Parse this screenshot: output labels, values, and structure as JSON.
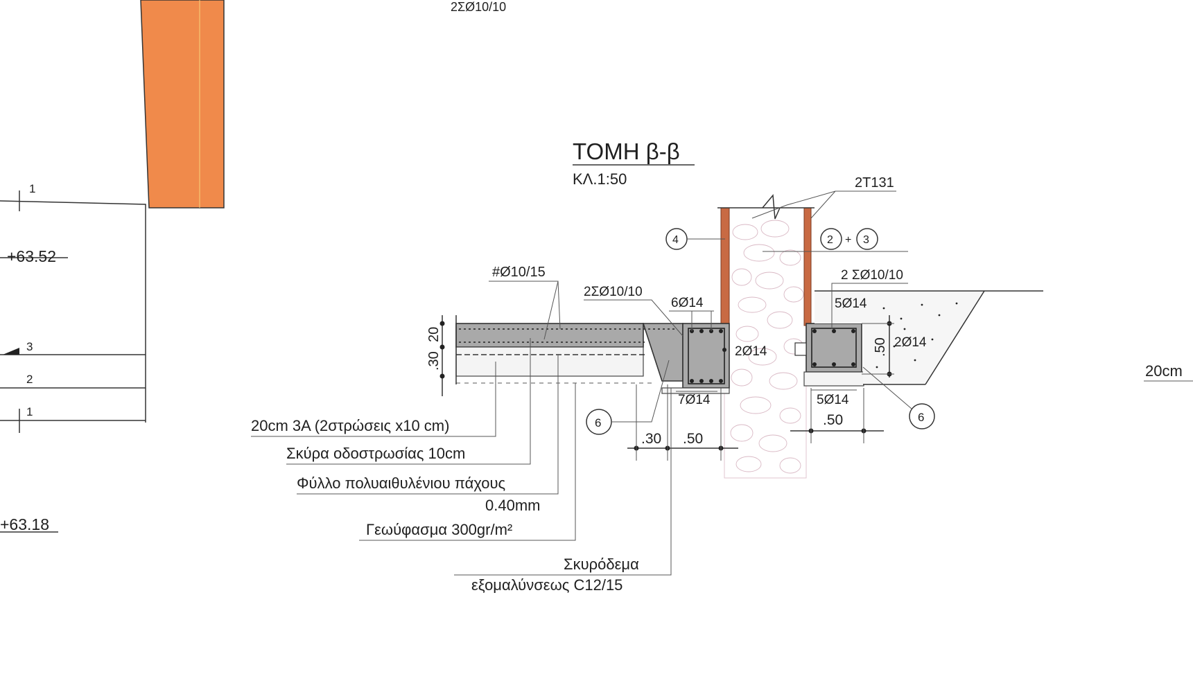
{
  "section": {
    "title": "ΤΟΜΗ β-β",
    "scale": "ΚΛ.1:50"
  },
  "left_sheet": {
    "top_label": "2ΣØ10/10",
    "level_upper": "+63.52",
    "level_lower": "+63.18",
    "markers": [
      "1",
      "3",
      "2",
      "1"
    ]
  },
  "right_edge": {
    "cut_label": "20cm"
  },
  "wall": {
    "member_label": "2T131",
    "callout_left": "4",
    "callout_right_a": "2",
    "callout_plus": "+",
    "callout_right_b": "3"
  },
  "slab": {
    "mesh_label": "#Ø10/15",
    "stirrups_left": "2ΣØ10/10",
    "stirrups_right": "2 ΣØ10/10",
    "dim_20": "20",
    "dim_30": ".30"
  },
  "beam_left": {
    "top_bars": "6Ø14",
    "bottom_bars": "7Ø14",
    "side_bars": "2Ø14",
    "dim_30": ".30",
    "dim_50": ".50"
  },
  "beam_right": {
    "top_bars": "5Ø14",
    "bottom_bars": "5Ø14",
    "side_bars": "2Ø14",
    "dim_50_vertical": ".50",
    "dim_50": ".50",
    "callout": "6"
  },
  "callouts": {
    "left_6": "6"
  },
  "layers": [
    {
      "line1": "20cm 3A (2στρώσεις x10 cm)",
      "line2": ""
    },
    {
      "line1": "Σκύρα οδοστρωσίας 10cm",
      "line2": ""
    },
    {
      "line1": "Φύλλο πολυαιθυλένιου πάχους",
      "line2": "0.40mm"
    },
    {
      "line1": "Γεωύφασμα 300gr/m²",
      "line2": ""
    },
    {
      "line1": "Σκυρόδεμα",
      "line2": "εξομαλύνσεως C12/15"
    }
  ]
}
